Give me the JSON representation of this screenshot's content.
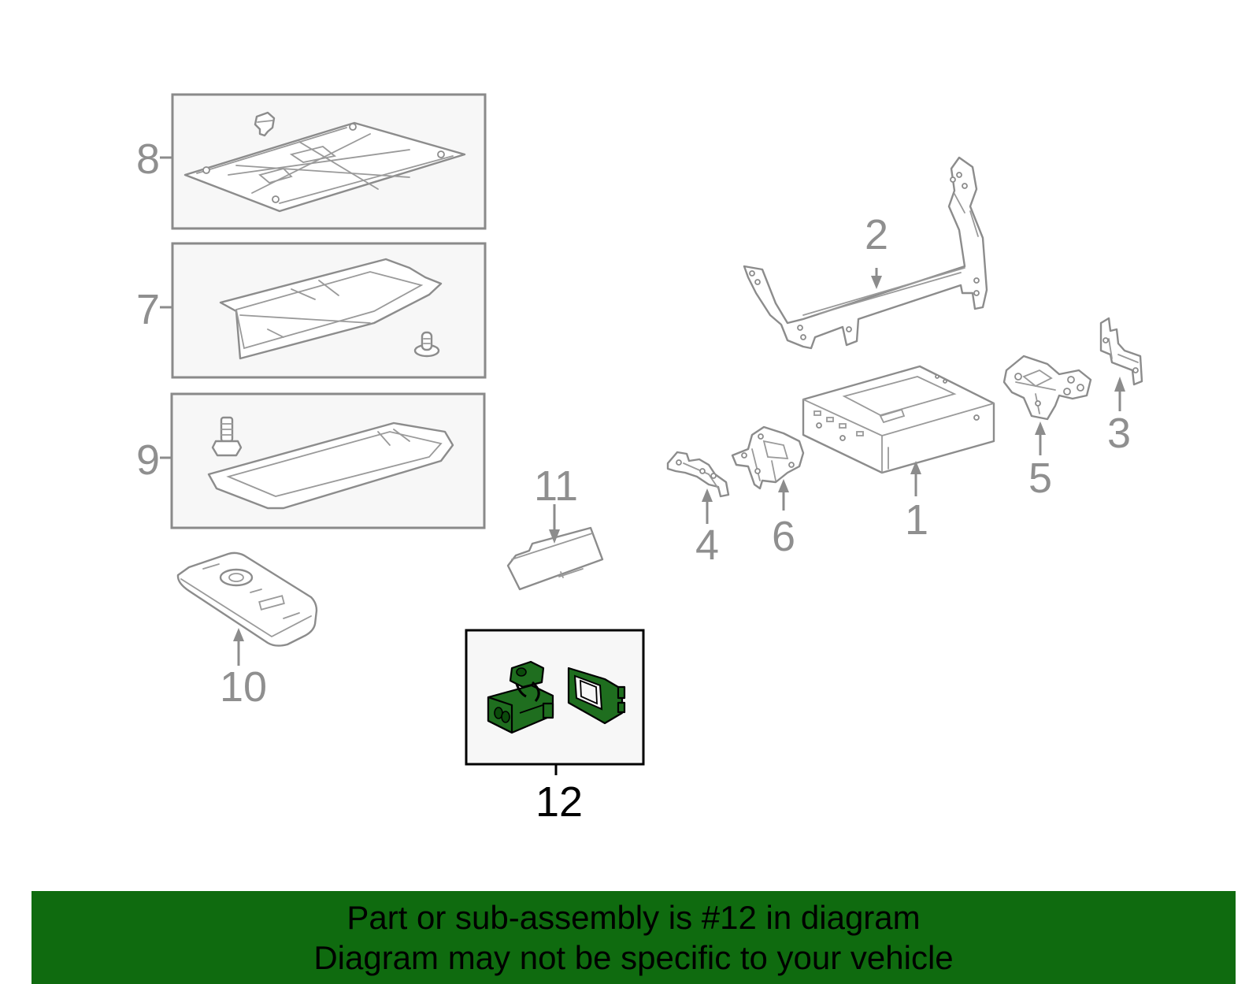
{
  "callouts": {
    "c1": "1",
    "c2": "2",
    "c3": "3",
    "c4": "4",
    "c5": "5",
    "c6": "6",
    "c7": "7",
    "c8": "8",
    "c9": "9",
    "c10": "10",
    "c11": "11",
    "c12": "12"
  },
  "highlighted_part": "12",
  "colors": {
    "banner": "#0f6b0f",
    "highlight": "#1f6e1f",
    "callout": "#8f8f8f"
  },
  "banner": {
    "line1": "Part or sub-assembly is #12 in diagram",
    "line2": "Diagram may not be specific to your vehicle"
  }
}
